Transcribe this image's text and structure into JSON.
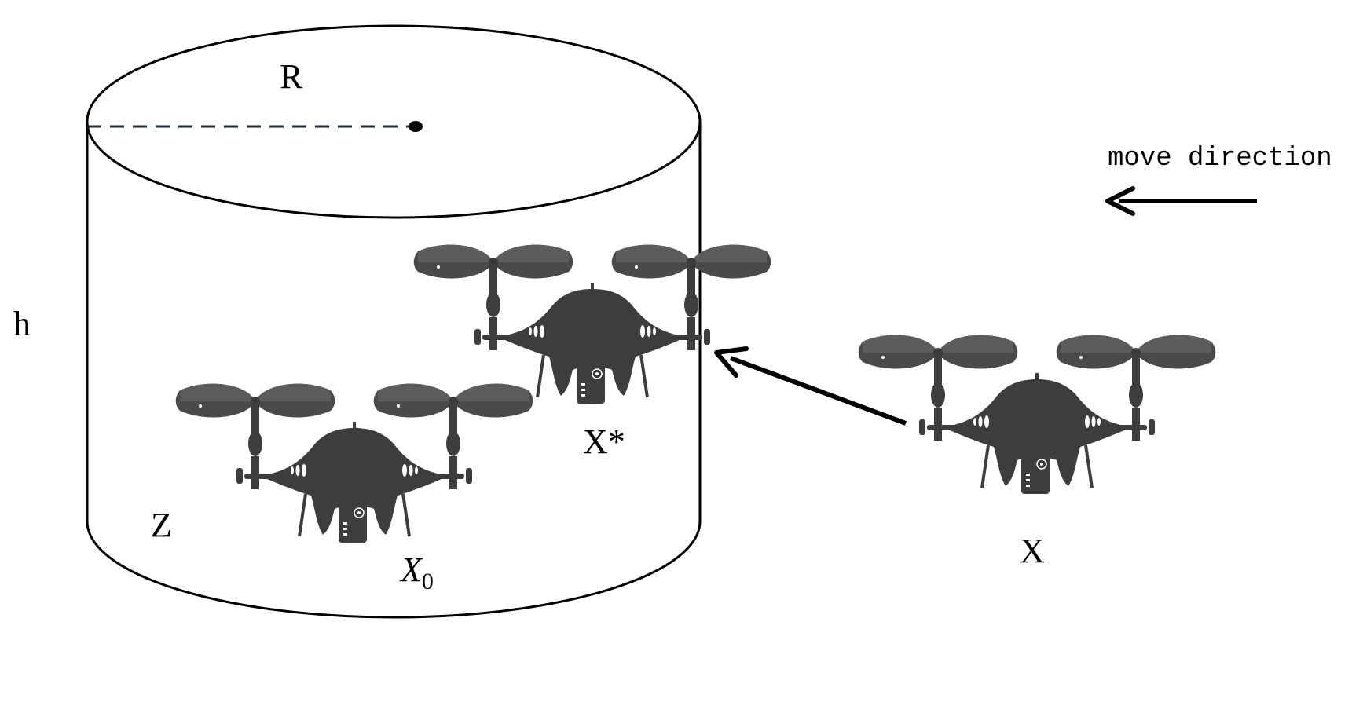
{
  "labels": {
    "radius": "R",
    "height": "h",
    "zone": "Z",
    "initial_position": "X",
    "initial_position_subscript": "0",
    "target_position": "X*",
    "current_position": "X",
    "move_direction": "move direction"
  },
  "colors": {
    "drone_body": "#3d3d3b",
    "drone_propeller": "#4a4a48",
    "radius_line": "#1b2a3a",
    "outline": "#000000"
  },
  "icons": {
    "drone": "quadcopter-drone-icon"
  }
}
